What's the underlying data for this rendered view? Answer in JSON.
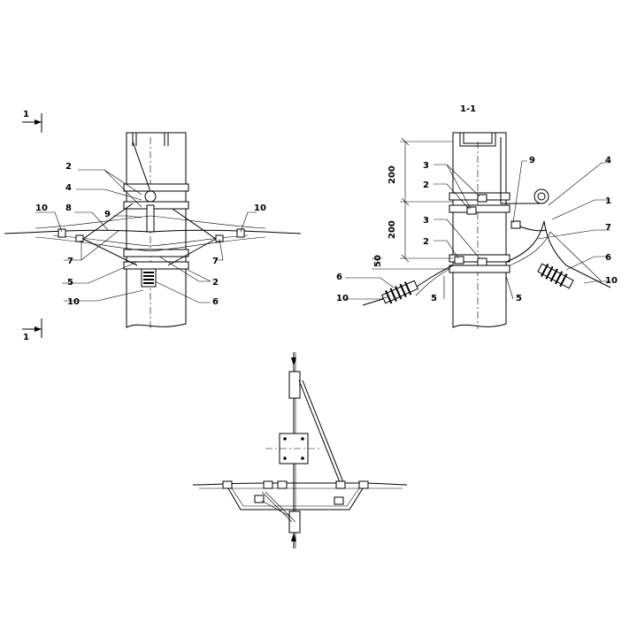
{
  "section_title": "1-1",
  "section_marks": {
    "top": "1",
    "bottom": "1"
  },
  "dimensions": {
    "upper": "200",
    "lower": "200",
    "offset": "50"
  },
  "callouts_left": {
    "c2a": "2",
    "c4": "4",
    "c10a": "10",
    "c8": "8",
    "c9": "9",
    "c10b": "10",
    "c7a": "7",
    "c7b": "7",
    "c5": "5",
    "c2b": "2",
    "c10c": "10",
    "c6": "6"
  },
  "callouts_right": {
    "c3a": "3",
    "c2a": "2",
    "c9": "9",
    "c4": "4",
    "c1": "1",
    "c3b": "3",
    "c2b": "2",
    "c7": "7",
    "c6a": "6",
    "c6b": "6",
    "c10a": "10",
    "c10b": "10",
    "c5a": "5",
    "c5b": "5"
  }
}
